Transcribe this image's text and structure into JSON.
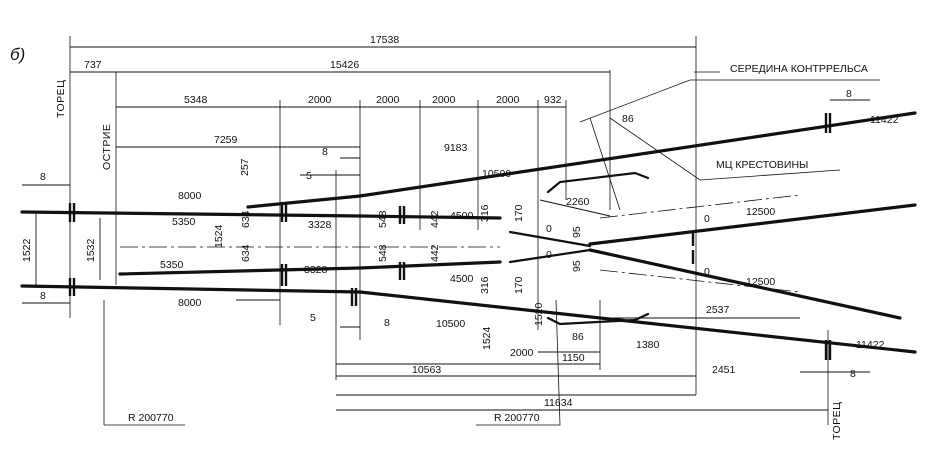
{
  "figure_label": "б)",
  "annotations": {
    "toretz_left": "ТОРЕЦ",
    "toretz_right": "ТОРЕЦ",
    "ostrie": "ОСТРИЕ",
    "seredina_kontrrelsa": "СЕРЕДИНА КОНТРРЕЛЬСА",
    "mc_krestoviny": "МЦ КРЕСТОВИНЫ",
    "radius_left": "R 200770",
    "radius_right": "R 200770"
  },
  "dimensions": {
    "d17538": "17538",
    "d737": "737",
    "d15426": "15426",
    "d5348": "5348",
    "d2000a": "2000",
    "d2000b": "2000",
    "d2000c": "2000",
    "d2000d": "2000",
    "d932": "932",
    "d7259": "7259",
    "d86_top": "86",
    "d8_top_right": "8",
    "d11422_top": "11422",
    "d257": "257",
    "d8_mid_top": "8",
    "d9183": "9183",
    "d10500_top": "10500",
    "d8_left_top": "8",
    "d8000_top": "8000",
    "d5_top": "5",
    "d5350_top": "5350",
    "d1524_left": "1524",
    "d634a": "634",
    "d634b": "634",
    "d3328_top": "3328",
    "d548a": "548",
    "d548b": "548",
    "d442a": "442",
    "d442b": "442",
    "d4500_top": "4500",
    "d4500_bot": "4500",
    "d316a": "316",
    "d316b": "316",
    "d170a": "170",
    "d170b": "170",
    "d0a": "0",
    "d0b": "0",
    "d95a": "95",
    "d95b": "95",
    "d2260": "2260",
    "d0_right_top": "0",
    "d0_right_bot": "0",
    "d12500_top": "12500",
    "d12500_bot": "12500",
    "d1522": "1522",
    "d1532": "1532",
    "d5350_bot": "5350",
    "d3328_bot": "3328",
    "d8000_bot": "8000",
    "d8_left_bot": "8",
    "d5_bot": "5",
    "d8_mid_bot": "8",
    "d10500_bot": "10500",
    "d1524_right": "1524",
    "d1520": "1520",
    "d2537": "2537",
    "d86_bot": "86",
    "d1380": "1380",
    "d2000_bot": "2000",
    "d1150": "1150",
    "d10563": "10563",
    "d2451": "2451",
    "d11634": "11634",
    "d11422_bot": "11422",
    "d8_bot_right": "8"
  }
}
